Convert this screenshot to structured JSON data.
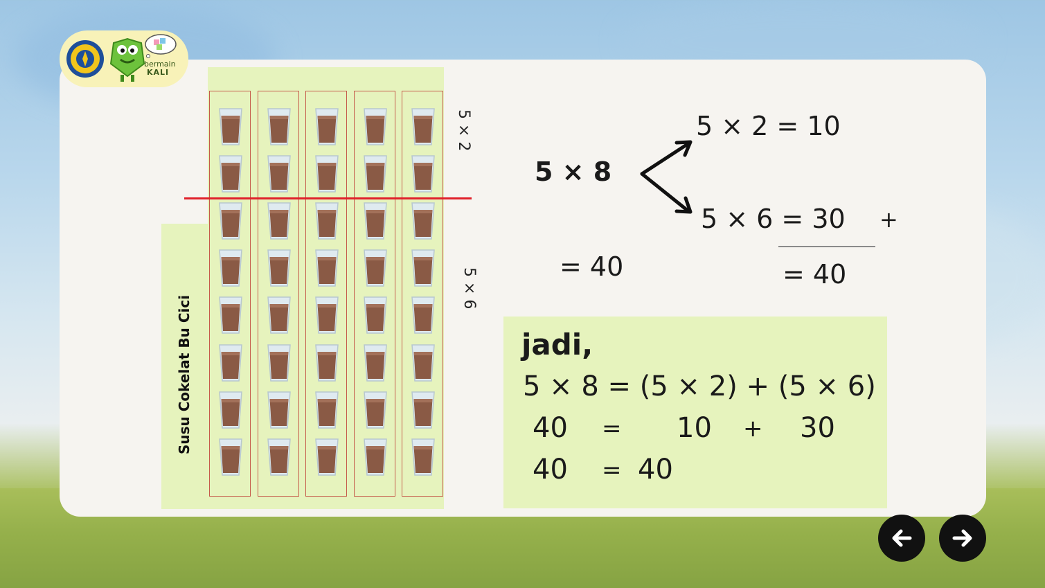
{
  "logo": {
    "brand_line1": "bermain",
    "brand_line2": "KALI",
    "seal_icon": "university-seal-icon",
    "mascot_icon": "green-mascot-icon",
    "thought_icon": "thought-bubble-icon"
  },
  "array": {
    "title": "Susu Cokelat Bu Cici",
    "columns": 5,
    "rows": 8,
    "split_after_row": 2,
    "top_label": "5 × 2",
    "bottom_label": "5 × 6",
    "glass_icon": "chocolate-milk-glass-icon",
    "split_line_color": "#e0202a"
  },
  "breakdown": {
    "problem": "5 × 8",
    "branch_top": "5 × 2 = 10",
    "branch_bottom": "5 × 6 = 30",
    "plus_sign": "+",
    "sum_result": "= 40",
    "left_result": "= 40"
  },
  "conclusion": {
    "heading": "jadi,",
    "line1": "5 × 8 = (5 × 2) + (5 × 6)",
    "line2_a": "40",
    "line2_eq": "=",
    "line2_b": "10",
    "line2_plus": "+",
    "line2_c": "30",
    "line3_a": "40",
    "line3_eq": "=",
    "line3_b": "40"
  },
  "navigation": {
    "prev_icon": "arrow-left-icon",
    "next_icon": "arrow-right-icon"
  },
  "colors": {
    "panel_green": "#e6f3bd",
    "column_border": "#c55a4a",
    "nav_button": "#111111"
  }
}
